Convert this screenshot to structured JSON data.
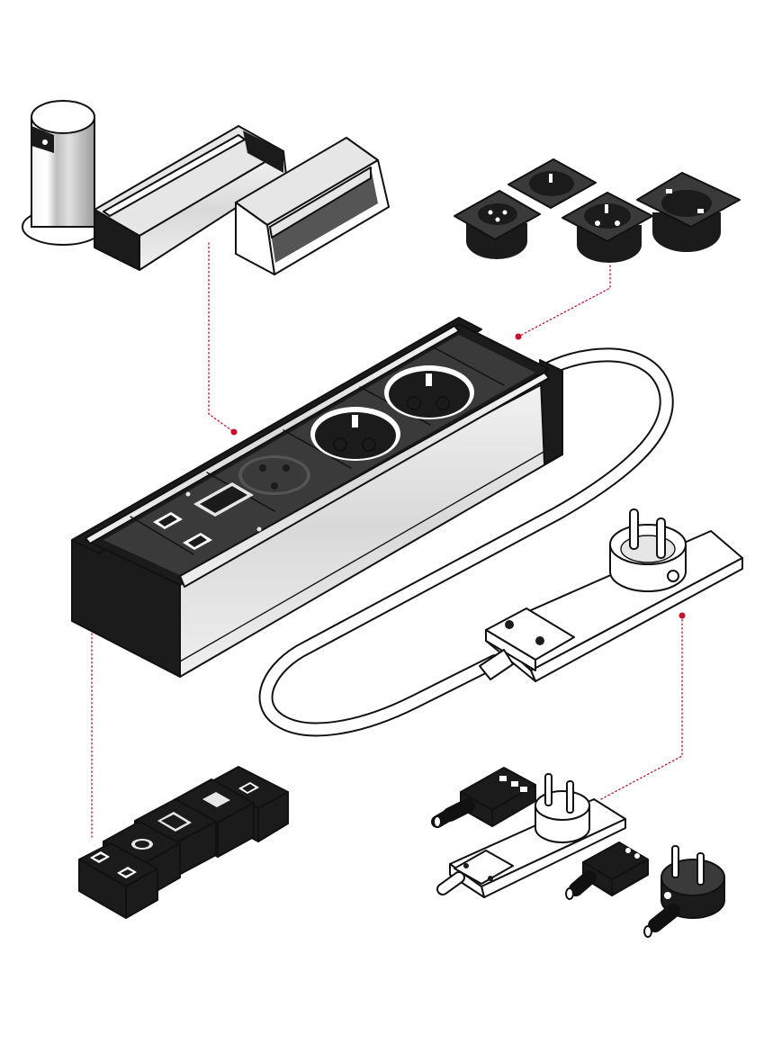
{
  "diagram": {
    "accent_color": "#c8102e",
    "ink_color": "#111111",
    "components": [
      {
        "id": "power-strip",
        "icon": "power-strip-icon",
        "sockets": 3,
        "data_modules": 2
      },
      {
        "id": "mounting-options",
        "icon": "mounting-bracket-icon"
      },
      {
        "id": "socket-inserts",
        "icon": "socket-insert-icon"
      },
      {
        "id": "data-modules",
        "icon": "data-module-icon"
      },
      {
        "id": "connection-cables",
        "icon": "plug-cable-icon"
      }
    ]
  }
}
